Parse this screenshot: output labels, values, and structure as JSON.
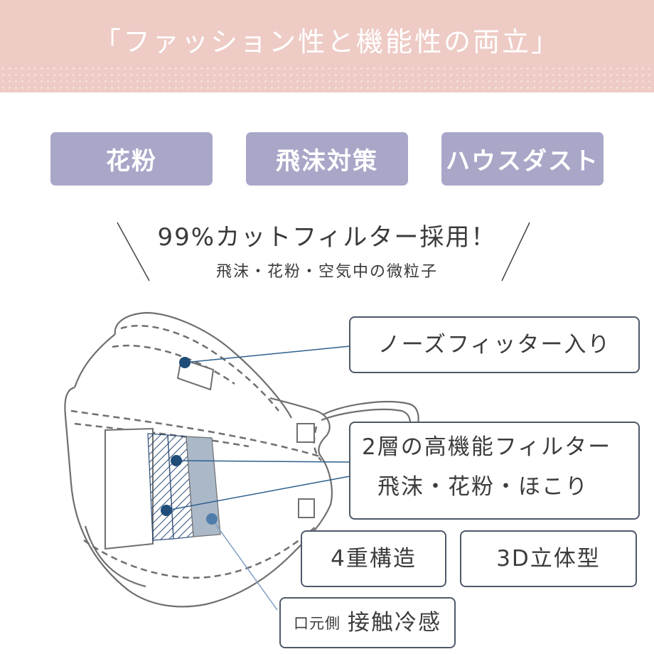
{
  "banner": {
    "title": "「ファッション性と機能性の両立」"
  },
  "tags": [
    "花粉",
    "飛沫対策",
    "ハウスダスト"
  ],
  "headline": "99%カットフィルター採用！",
  "subline": "飛沫・花粉・空気中の微粒子",
  "callouts": {
    "nose_fitter": "ノーズフィッター入り",
    "filter_line1": "2層の高機能フィルター",
    "filter_line2": "飛沫・花粉・ほこり",
    "layers": "4重構造",
    "shape": "3D立体型",
    "inner_prefix": "口元側",
    "inner_main": "接触冷感"
  },
  "colors": {
    "banner": "#eecbc5",
    "tag_bg": "#a8a7c8",
    "pointer_dot": "#1f4d78",
    "pointer_line": "#2d5f8f",
    "pointer_line_light": "#7e9fc4",
    "filter_fill": "#aab8c8"
  },
  "icons": [
    "mask-illustration"
  ]
}
